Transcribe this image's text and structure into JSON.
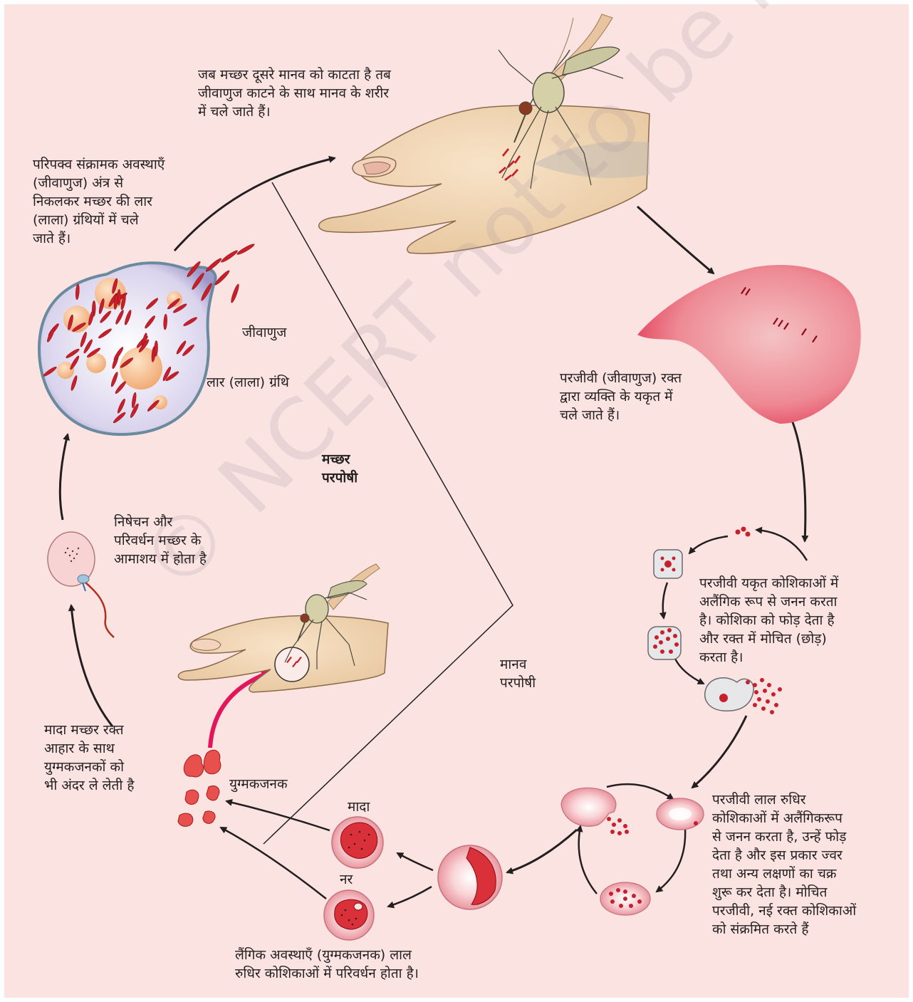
{
  "labels": {
    "mosquito_bite": "जब मच्छर दूसरे मानव को काटता है तब\nजीवाणुज काटने के साथ मानव के शरीर\nमें चले जाते हैं।",
    "mature_stages": "परिपक्व संक्रामक अवस्थाएँ\n(जीवाणुज) अंत्र से\nनिकलकर मच्छर की लार\n(लाला) ग्रंथियों में चले\nजाते हैं।",
    "sporozoite": "जीवाणुज",
    "salivary_gland": "लार (लाला) ग्रंथि",
    "liver": "परजीवी (जीवाणुज) रक्त\nद्वारा व्यक्ति के यकृत में\nचले जाते हैं।",
    "mosquito_host": "मच्छर\nपरपोषी",
    "fertilization": "निषेचन और\nपरिवर्धन मच्छर के\nआमाशय में होता है",
    "liver_cells": "परजीवी यकृत कोशिकाओं में\nअलैंगिक रूप से जनन करता\nहै। कोशिका को फोड़ देता है\nऔर रक्त में मोचित (छोड़)\nकरता है।",
    "human_host": "मानव\nपरपोषी",
    "female_mosquito": "मादा मच्छर रक्त\nआहार के साथ\nयुग्मकजनकों को\nभी अंदर ले लेती है",
    "gametocytes": "युग्मकजनक",
    "female": "मादा",
    "male": "नर",
    "rbc": "परजीवी लाल रुधिर\nकोशिकाओं में अलैंगिकरूप\nसे जनन करता है, उन्हें फोड़\nदेता है और इस प्रकार ज्वर\nतथा अन्य लक्षणों का चक्र\nशुरू कर देता है। मोचित\nपरजीवी, नई रक्त कोशिकाओं\nको संक्रमित करते हैं",
    "sexual_stages": "लैंगिक अवस्थाएँ (युग्मकजनक) लाल\nरुधिर कोशिकाओं में परिवर्धन होता है।"
  },
  "watermark": "© NCERT not to be republished",
  "colors": {
    "background": "#fbe3e1",
    "parasite": "#c8202a",
    "liver": "#e8485a",
    "arrow": "#231f20",
    "pink_arrow": "#e3165b",
    "nucleus": "#f5b889"
  }
}
